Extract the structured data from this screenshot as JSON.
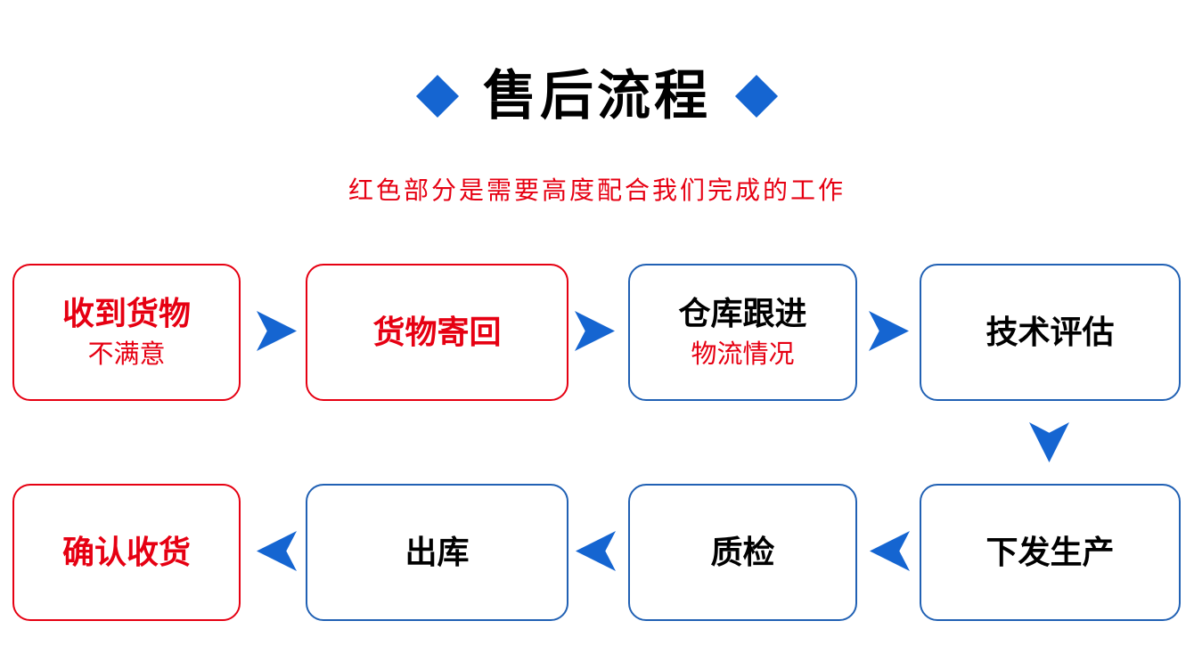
{
  "colors": {
    "blue": "#1565d1",
    "blue-border": "#2161b4",
    "red": "#e60012",
    "black": "#000000"
  },
  "header": {
    "title": "售后流程",
    "subtitle": "红色部分是需要高度配合我们完成的工作"
  },
  "flow": {
    "boxes": [
      {
        "title": "收到货物",
        "subtitle": "不满意",
        "style": "red"
      },
      {
        "title": "货物寄回",
        "subtitle": "",
        "style": "red"
      },
      {
        "title": "仓库跟进",
        "subtitle": "物流情况",
        "style": "blue"
      },
      {
        "title": "技术评估",
        "subtitle": "",
        "style": "blue"
      },
      {
        "title": "下发生产",
        "subtitle": "",
        "style": "blue"
      },
      {
        "title": "质检",
        "subtitle": "",
        "style": "blue"
      },
      {
        "title": "出库",
        "subtitle": "",
        "style": "blue"
      },
      {
        "title": "确认收货",
        "subtitle": "",
        "style": "red"
      }
    ],
    "arrow_directions": [
      "right",
      "right",
      "right",
      "down",
      "left",
      "left",
      "left"
    ]
  }
}
